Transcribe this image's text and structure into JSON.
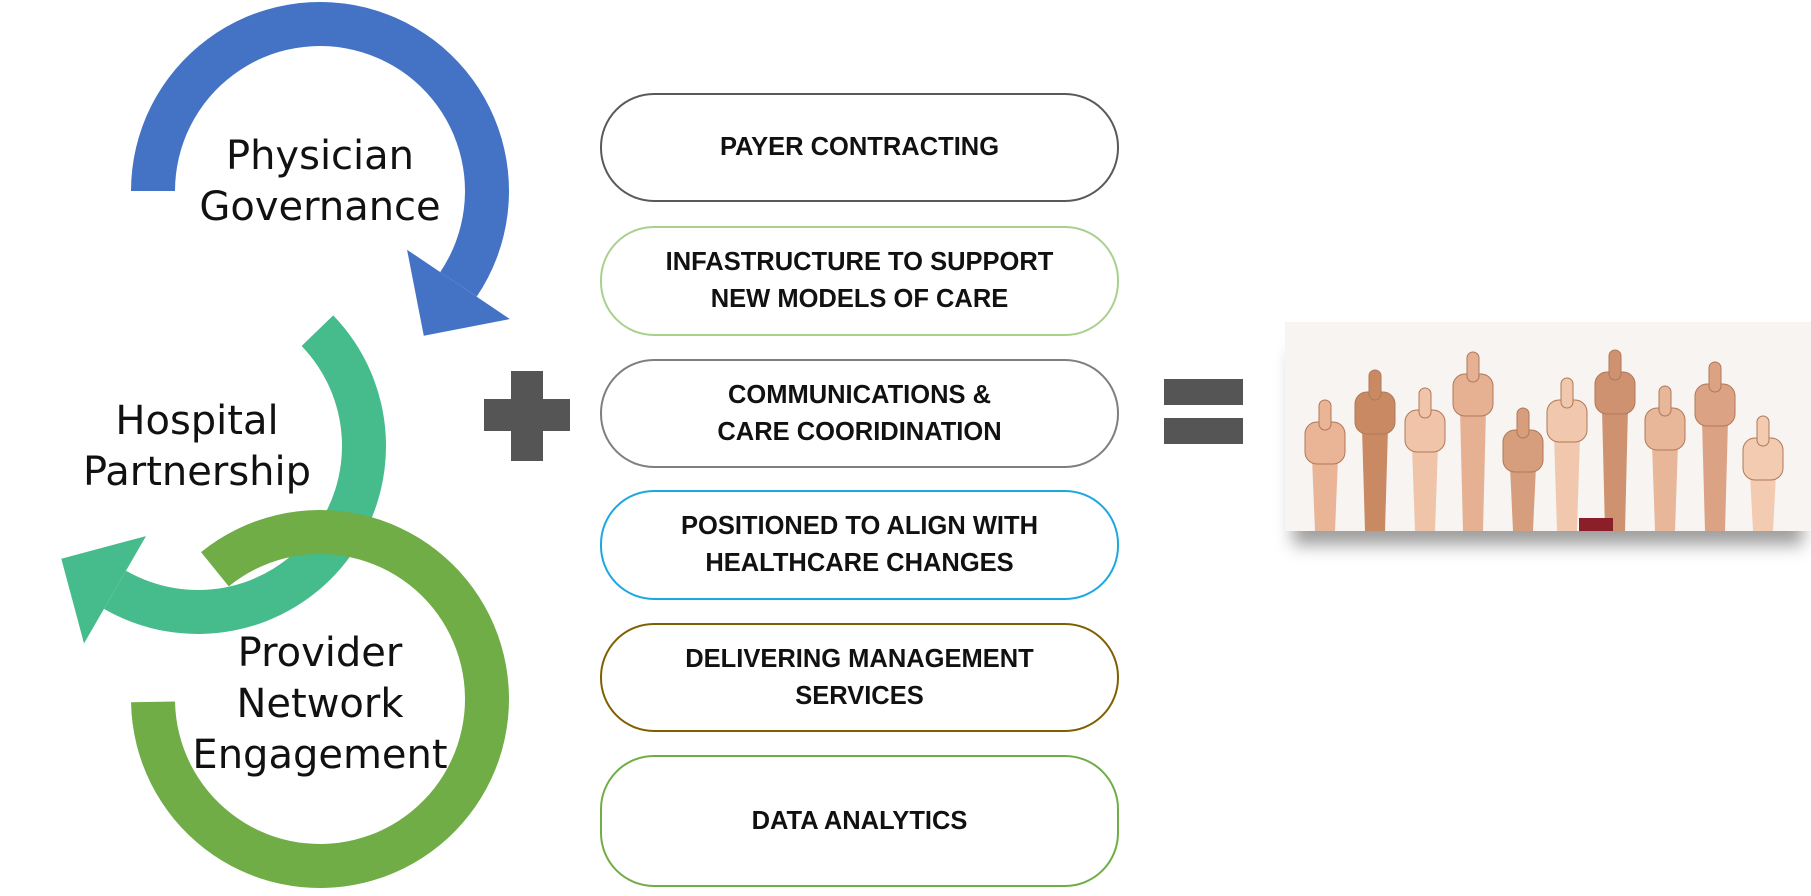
{
  "cycle": {
    "items": [
      {
        "lines": [
          "Physician",
          "Governance"
        ],
        "color": "#4472C4"
      },
      {
        "lines": [
          "Hospital",
          "Partnership"
        ],
        "color": "#46BB8C"
      },
      {
        "lines": [
          "Provider",
          "Network",
          "Engagement"
        ],
        "color": "#70AD47"
      }
    ]
  },
  "services": [
    {
      "lines": [
        "PAYER CONTRACTING"
      ],
      "border": "#595959"
    },
    {
      "lines": [
        "INFASTRUCTURE TO SUPPORT",
        "NEW MODELS OF CARE"
      ],
      "border": "#A9D18E"
    },
    {
      "lines": [
        "COMMUNICATIONS &",
        "CARE COORIDINATION"
      ],
      "border": "#7F7F7F"
    },
    {
      "lines": [
        "POSITIONED TO ALIGN WITH",
        "HEALTHCARE CHANGES"
      ],
      "border": "#1CA7E0"
    },
    {
      "lines": [
        "DELIVERING MANAGEMENT",
        "SERVICES"
      ],
      "border": "#7F6000"
    },
    {
      "lines": [
        "DATA ANALYTICS"
      ],
      "border": "#70AD47"
    }
  ],
  "operators": {
    "plus": "plus-icon",
    "equals": "equals-icon"
  },
  "result": {
    "image": "thumbs-up-hands-photo"
  }
}
